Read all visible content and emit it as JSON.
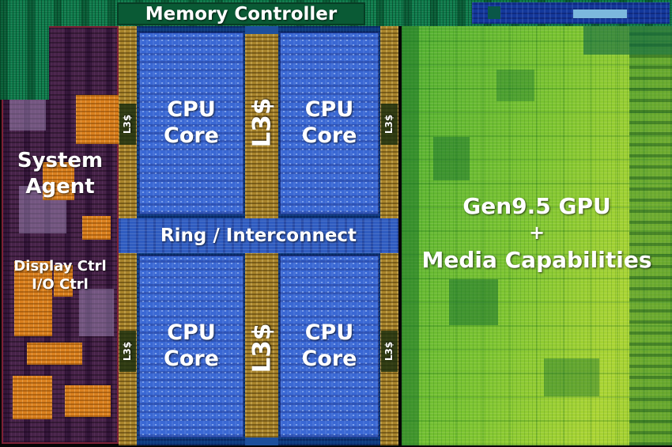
{
  "labels": {
    "memory_controller": "Memory Controller",
    "system_agent": "System Agent",
    "display_ctrl": "Display Ctrl",
    "io_ctrl": "I/O Ctrl",
    "cpu": "CPU",
    "core": "Core",
    "l3_cache": "L3$",
    "ring_interconnect": "Ring / Interconnect",
    "gpu_name": "Gen9.5 GPU",
    "gpu_plus": "+",
    "gpu_media": "Media Capabilities"
  },
  "colors": {
    "memory_controller_green": "#0d7a4a",
    "label_box_green": "#0a5a35",
    "system_agent_purple": "#472349",
    "system_agent_border_maroon": "#7c2135",
    "orange_patch": "#e88a1c",
    "cpu_core_blue": "#3a68d4",
    "ring_blue": "#2f5cc0",
    "l3_gold": "#a8842c",
    "gpu_green": "#7cc431",
    "gpu_yellow": "#aad434",
    "top_strip_blue": "#14389b",
    "label_text": "#ffffff"
  }
}
